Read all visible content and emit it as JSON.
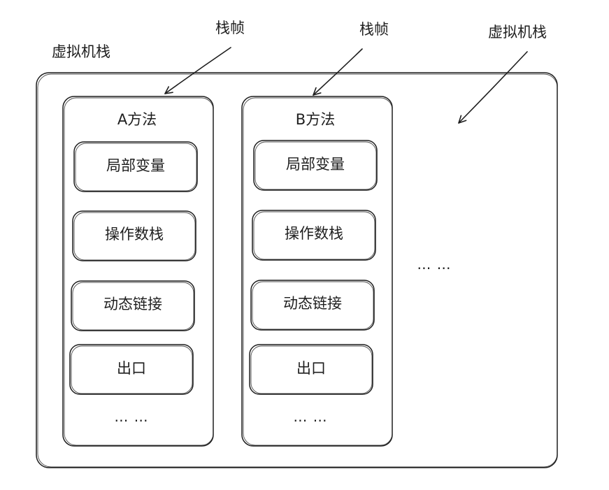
{
  "vm_stack_label": "虚拟机栈",
  "frame_a": {
    "pointer_label": "栈帧",
    "title": "A方法",
    "items": [
      "局部变量",
      "操作数栈",
      "动态链接",
      "出口"
    ],
    "more": "… …"
  },
  "frame_b": {
    "pointer_label": "栈帧",
    "title": "B方法",
    "items": [
      "局部变量",
      "操作数栈",
      "动态链接",
      "出口"
    ],
    "more": "… …"
  },
  "outer_more": "… …",
  "colors": {
    "stroke": "#1e1e1e",
    "text": "#1e1e1e",
    "background": "#ffffff"
  }
}
